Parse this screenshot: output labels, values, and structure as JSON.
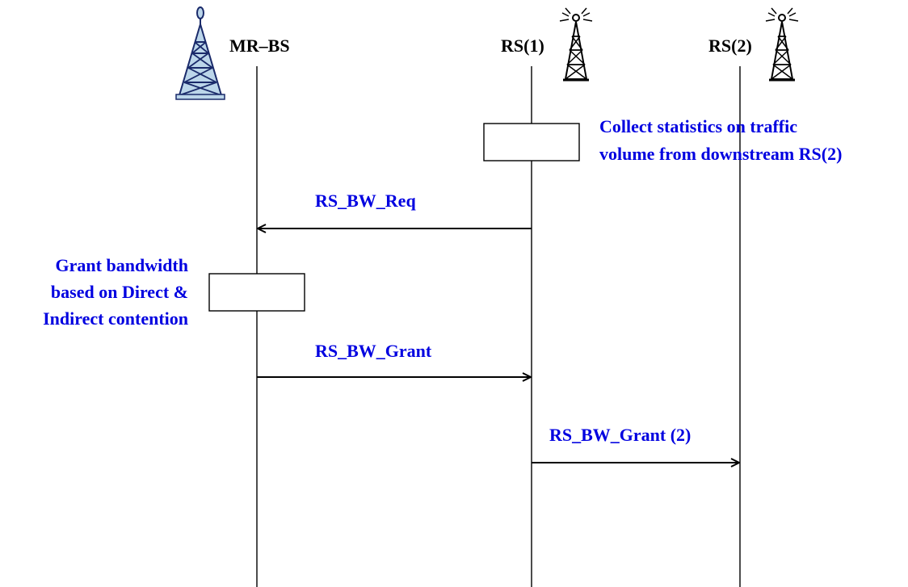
{
  "nodes": {
    "mr_bs": "MR–BS",
    "rs1": "RS(1)",
    "rs2": "RS(2)"
  },
  "notes": {
    "collect_line1": "Collect statistics on traffic",
    "collect_line2": "volume from downstream RS(2)",
    "grant_line1": "Grant bandwidth",
    "grant_line2": "based on Direct &",
    "grant_line3": "Indirect contention"
  },
  "messages": {
    "req": "RS_BW_Req",
    "grant": "RS_BW_Grant",
    "grant2": "RS_BW_Grant (2)"
  },
  "colors": {
    "label_blue": "#0000e0",
    "tower_fill": "#bcd6ea"
  },
  "icons": {
    "base_station": "base-station-tower-icon",
    "relay": "relay-tower-icon"
  }
}
